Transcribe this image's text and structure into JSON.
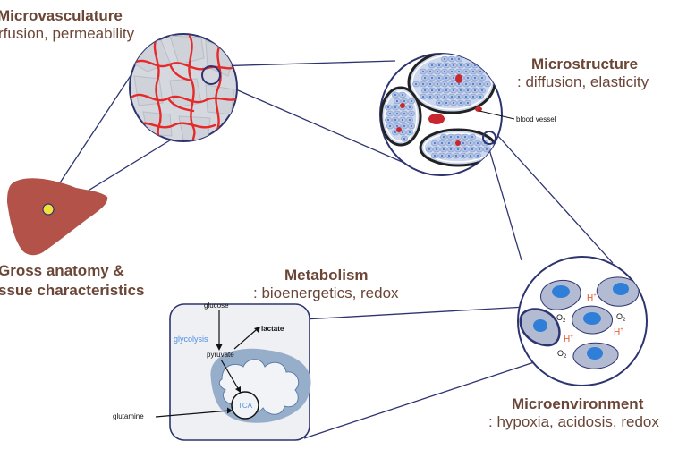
{
  "labels": {
    "microvasculature_title": "Microvasculature",
    "microvasculature_sub": "rfusion, permeability",
    "microstructure_title": "Microstructure",
    "microstructure_sub": ": diffusion, elasticity",
    "gross_title_line1": "Gross anatomy &",
    "gross_title_line2": "ssue characteristics",
    "metabolism_title": "Metabolism",
    "metabolism_sub": ": bioenergetics, redox",
    "microenvironment_title": "Microenvironment",
    "microenvironment_sub": ": hypoxia, acidosis, redox"
  },
  "annotations": {
    "blood_vessel": "blood vessel",
    "glucose": "glucose",
    "glycolysis": "glycolysis",
    "pyruvate": "pyruvate",
    "lactate": "lactate",
    "tca": "TCA",
    "glutamine": "glutamine",
    "o2": "O",
    "o2_sub": "2",
    "h_plus": "H",
    "h_plus_sup": "+"
  },
  "colors": {
    "heading_text": "#6b4637",
    "outline": "#2e3470",
    "vessel_red": "#e52a2a",
    "liver": "#b25248",
    "cell_fill": "#9aa8cc",
    "nucleus": "#2f7fd8",
    "glycolysis_text": "#4f8fe0",
    "h_plus_color": "#e0522a",
    "mito_fill": "#97aecb"
  }
}
